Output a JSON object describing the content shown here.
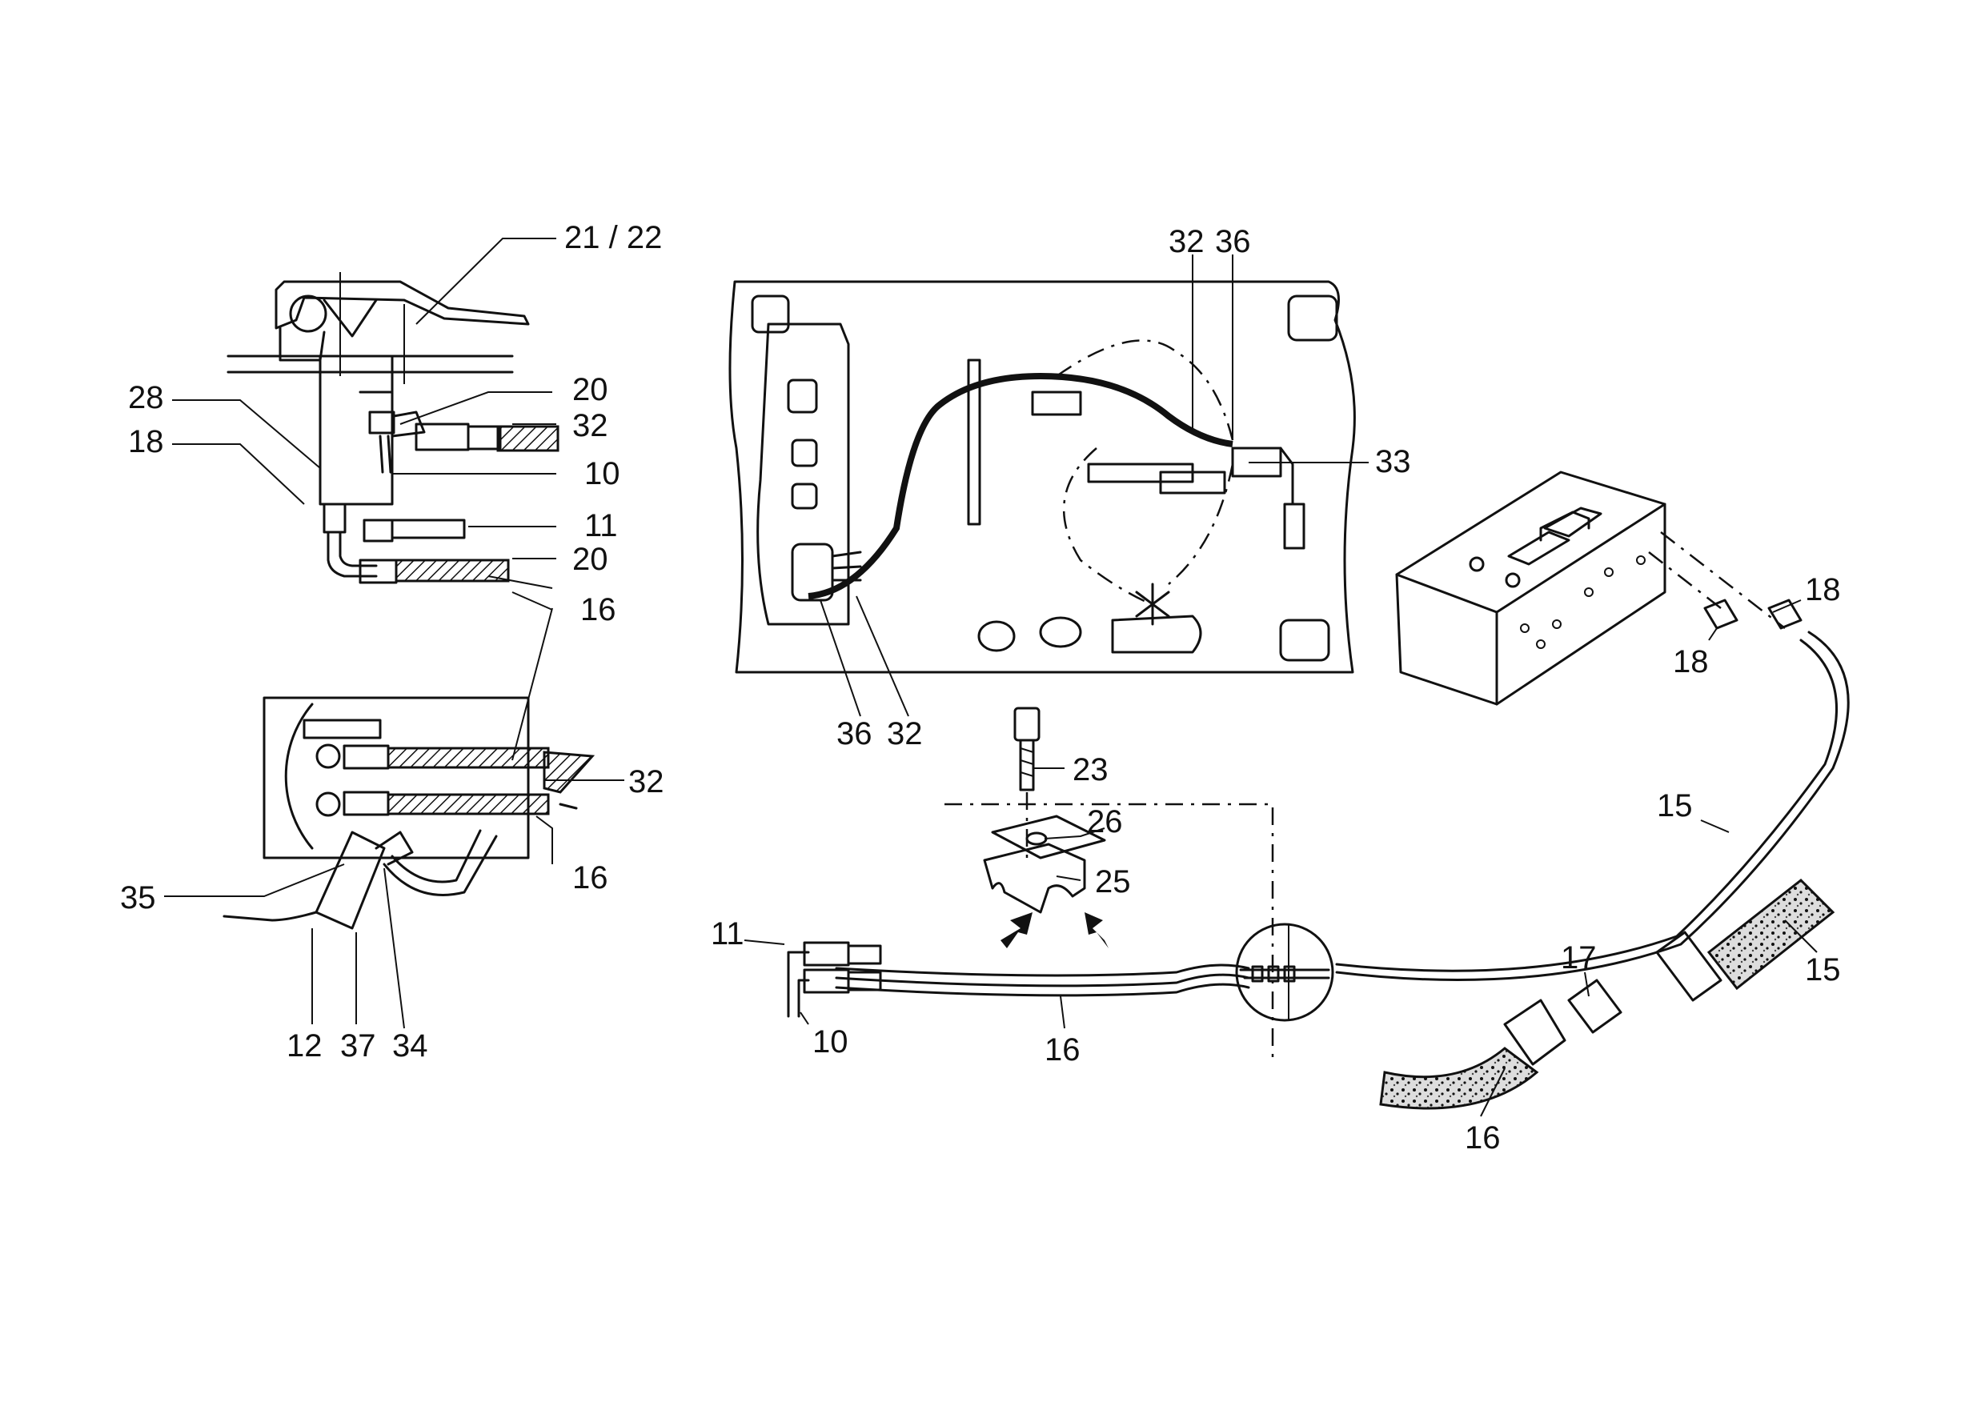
{
  "callouts": {
    "top_left": {
      "c21_22": "21 / 22",
      "c28": "28",
      "c18": "18",
      "c20a": "20",
      "c32": "32",
      "c10": "10",
      "c11": "11",
      "c20b": "20",
      "c16": "16"
    },
    "bottom_left": {
      "c32": "32",
      "c16": "16",
      "c35": "35",
      "c12": "12",
      "c37": "37",
      "c34": "34"
    },
    "plate": {
      "c32_top": "32",
      "c36_top": "36",
      "c33": "33",
      "c36_bottom": "36",
      "c32_bottom": "32"
    },
    "clamp": {
      "c23": "23",
      "c26": "26",
      "c25": "25",
      "c11": "11",
      "c10": "10",
      "c16": "16"
    },
    "right": {
      "c18a": "18",
      "c18b": "18",
      "c15_line": "15",
      "c15_hose": "15",
      "c17": "17",
      "c16": "16"
    }
  }
}
